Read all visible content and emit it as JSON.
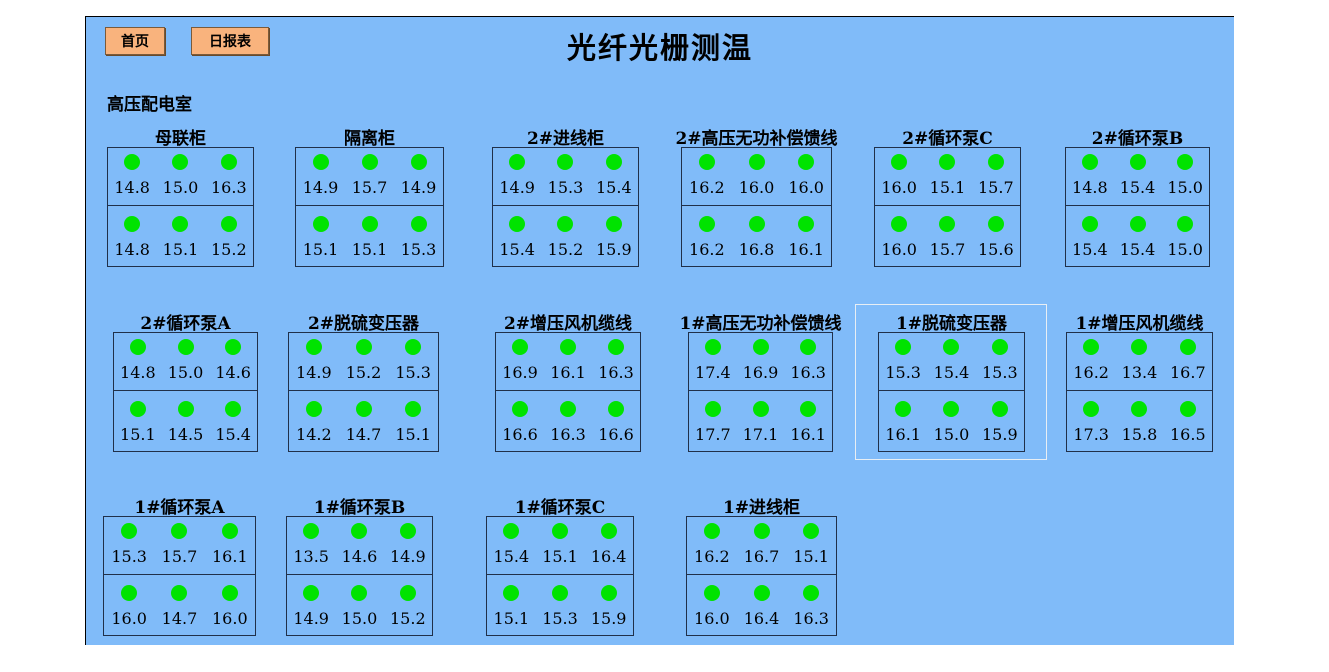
{
  "nav": {
    "home_label": "首页",
    "daily_report_label": "日报表"
  },
  "page": {
    "title": "光纤光栅测温"
  },
  "room": {
    "title": "高压配电室"
  },
  "devices": [
    {
      "name": "母联柜",
      "row1": [
        "14.8",
        "15.0",
        "16.3"
      ],
      "row2": [
        "14.8",
        "15.1",
        "15.2"
      ]
    },
    {
      "name": "隔离柜",
      "row1": [
        "14.9",
        "15.7",
        "14.9"
      ],
      "row2": [
        "15.1",
        "15.1",
        "15.3"
      ]
    },
    {
      "name": "2#进线柜",
      "row1": [
        "14.9",
        "15.3",
        "15.4"
      ],
      "row2": [
        "15.4",
        "15.2",
        "15.9"
      ]
    },
    {
      "name": "2#高压无功补偿馈线",
      "row1": [
        "16.2",
        "16.0",
        "16.0"
      ],
      "row2": [
        "16.2",
        "16.8",
        "16.1"
      ]
    },
    {
      "name": "2#循环泵C",
      "row1": [
        "16.0",
        "15.1",
        "15.7"
      ],
      "row2": [
        "16.0",
        "15.7",
        "15.6"
      ]
    },
    {
      "name": "2#循环泵B",
      "row1": [
        "14.8",
        "15.4",
        "15.0"
      ],
      "row2": [
        "15.4",
        "15.4",
        "15.0"
      ]
    },
    {
      "name": "2#循环泵A",
      "row1": [
        "14.8",
        "15.0",
        "14.6"
      ],
      "row2": [
        "15.1",
        "14.5",
        "15.4"
      ]
    },
    {
      "name": "2#脱硫变压器",
      "row1": [
        "14.9",
        "15.2",
        "15.3"
      ],
      "row2": [
        "14.2",
        "14.7",
        "15.1"
      ]
    },
    {
      "name": "2#增压风机缆线",
      "row1": [
        "16.9",
        "16.1",
        "16.3"
      ],
      "row2": [
        "16.6",
        "16.3",
        "16.6"
      ]
    },
    {
      "name": "1#高压无功补偿馈线",
      "row1": [
        "17.4",
        "16.9",
        "16.3"
      ],
      "row2": [
        "17.7",
        "17.1",
        "16.1"
      ]
    },
    {
      "name": "1#脱硫变压器",
      "row1": [
        "15.3",
        "15.4",
        "15.3"
      ],
      "row2": [
        "16.1",
        "15.0",
        "15.9"
      ]
    },
    {
      "name": "1#增压风机缆线",
      "row1": [
        "16.2",
        "13.4",
        "16.7"
      ],
      "row2": [
        "17.3",
        "15.8",
        "16.5"
      ]
    },
    {
      "name": "1#循环泵A",
      "row1": [
        "15.3",
        "15.7",
        "16.1"
      ],
      "row2": [
        "16.0",
        "14.7",
        "16.0"
      ]
    },
    {
      "name": "1#循环泵B",
      "row1": [
        "13.5",
        "14.6",
        "14.9"
      ],
      "row2": [
        "14.9",
        "15.0",
        "15.2"
      ]
    },
    {
      "name": "1#循环泵C",
      "row1": [
        "15.4",
        "15.1",
        "16.4"
      ],
      "row2": [
        "15.1",
        "15.3",
        "15.9"
      ]
    },
    {
      "name": "1#进线柜",
      "row1": [
        "16.2",
        "16.7",
        "15.1"
      ],
      "row2": [
        "16.0",
        "16.4",
        "16.3"
      ]
    }
  ],
  "colors": {
    "panel_bg": "#80bbf9",
    "button_bg": "#f9b37d",
    "status_ok": "#00e300"
  },
  "icons": {
    "status_indicator": "green-status-dot"
  }
}
